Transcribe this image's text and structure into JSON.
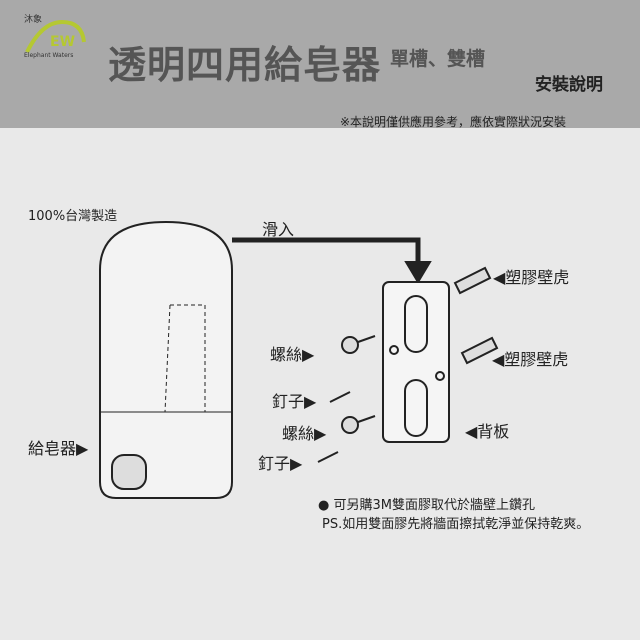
{
  "logo": {
    "cn": "沐象",
    "mark": "EW",
    "en": "Elephant Waters",
    "color": "#b5c832"
  },
  "header": {
    "title": "透明四用給皂器",
    "subtitle": "單槽、雙槽",
    "guide": "安裝說明"
  },
  "note": "※本說明僅供應用參考，應依實際狀況安裝",
  "labels": {
    "made_in": "100%台灣製造",
    "slide_in": "滑入",
    "anchor1": "◀塑膠壁虎",
    "anchor2": "◀塑膠壁虎",
    "screw1": "螺絲▶",
    "nail1": "釘子▶",
    "screw2": "螺絲▶",
    "nail2": "釘子▶",
    "backplate": "◀背板",
    "dispenser": "給皂器▶"
  },
  "tips": [
    "● 可另購3M雙面膠取代於牆壁上鑽孔",
    "PS.如用雙面膠先將牆面擦拭乾淨並保持乾爽。"
  ]
}
